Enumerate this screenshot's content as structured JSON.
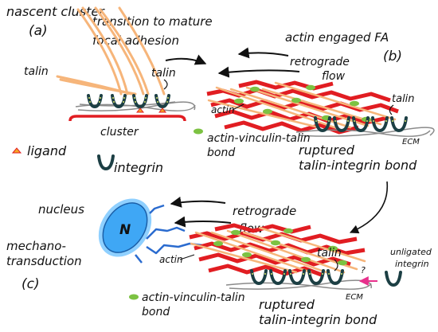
{
  "panel_a": {
    "letter": "(a)",
    "title": "nascent cluster",
    "transition_line1": "transition to mature",
    "transition_line2": "focal adhesion",
    "talin_left": "talin",
    "talin_right": "talin",
    "cluster": "cluster",
    "ligand": "ligand",
    "integrin": "integrin"
  },
  "panel_b": {
    "letter": "(b)",
    "title": "actin engaged FA",
    "retrograde_line1": "retrograde",
    "retrograde_line2": "flow",
    "actin": "actin",
    "talin": "talin",
    "ecm": "ECM",
    "bond_line1": "actin-vinculin-talin",
    "bond_line2": "bond",
    "ruptured_line1": "ruptured",
    "ruptured_line2": "talin-integrin bond"
  },
  "panel_c": {
    "letter": "(c)",
    "nucleus": "nucleus",
    "nucleus_letter": "N",
    "mechano_line1": "mechano-",
    "mechano_line2": "transduction",
    "retrograde_line1": "retrograde",
    "retrograde_line2": "flow",
    "actin": "actin",
    "talin": "talin",
    "question": "?",
    "unligated_line1": "unligated",
    "unligated_line2": "integrin",
    "ecm": "ECM",
    "bond_line1": "actin-vinculin-talin",
    "bond_line2": "bond",
    "ruptured_line1": "ruptured",
    "ruptured_line2": "talin-integrin bond"
  },
  "colors": {
    "title_red": "#ee3b1f",
    "title_blue": "#232a8a",
    "mechano_green": "#1a8a2e",
    "actin_red": "#e11d22",
    "talin_orange": "#f6b57a",
    "vinculin_green": "#7cc242",
    "integrin_dark": "#1c3f44",
    "integrin_dot": "#d7e46a",
    "ligand": "#f5a623",
    "nucleus_fill": "#3fa7f5",
    "nucleus_glow": "#8fd0ff",
    "mechano_line": "#2a6bcf",
    "arrow_pink": "#e8308c"
  }
}
